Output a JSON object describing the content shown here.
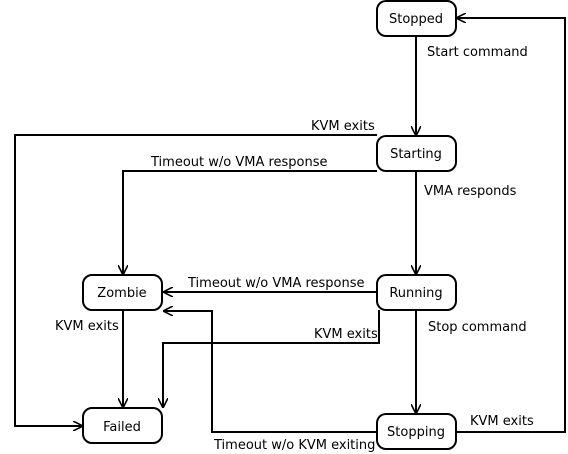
{
  "states": {
    "stopped": "Stopped",
    "starting": "Starting",
    "running": "Running",
    "stopping": "Stopping",
    "zombie": "Zombie",
    "failed": "Failed"
  },
  "transitions": {
    "stopped_to_starting": "Start command",
    "starting_to_running": "VMA responds",
    "starting_to_zombie": "Timeout w/o VMA response",
    "starting_to_failed": "KVM exits",
    "running_to_zombie": "Timeout w/o VMA response",
    "running_to_failed": "KVM exits",
    "running_to_stopping": "Stop command",
    "zombie_to_failed": "KVM exits",
    "stopping_to_zombie": "Timeout w/o KVM exiting",
    "stopping_to_stopped": "KVM exits"
  }
}
